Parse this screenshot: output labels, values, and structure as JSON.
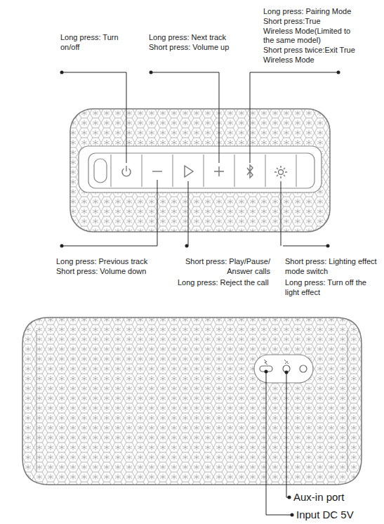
{
  "diagram": {
    "labels": [
      "Long press: Turn on/off",
      "Long press: Next track",
      "Short press: Volume up",
      "Long press: Pairing Mode",
      "Short press:True Wireless Mode(Limited to the same model)",
      "Short press twice:Exit True Wireless Mode",
      "Long press: Previous track",
      "Short press: Volume down",
      "Short press: Play/Pause/ Answer calls",
      "Long press: Reject the call",
      "Short press: Lighting effect mode switch",
      "Long press: Turn off the light effect",
      "Aux-in port",
      "Input DC 5V"
    ]
  }
}
